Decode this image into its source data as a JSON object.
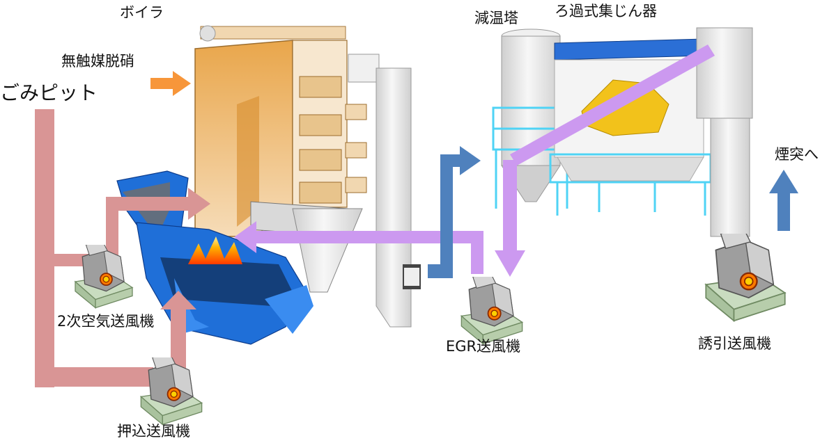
{
  "labels": {
    "boiler": "ボイラ",
    "denitration": "無触媒脱硝",
    "refuse_pit": "ごみピット",
    "secondary_fan": "2次空気送風機",
    "forced_fan": "押込送風機",
    "egr_fan": "EGR送風機",
    "cooling_tower": "減温塔",
    "bag_filter": "ろ過式集じん器",
    "to_stack": "煙突へ",
    "induced_fan": "誘引送風機"
  },
  "colors": {
    "air_flow": "#d99595",
    "egr_flow": "#cc99f0",
    "gas_flow": "#4f81bd",
    "reagent_flow": "#f7963a",
    "boiler_body": "#e6a54c",
    "grate": "#1f6fd8",
    "fan_base": "#c9dcc0",
    "fan_body": "#9e9e9e",
    "equipment_white": "#e8e8e8",
    "frame_cyan": "#4fd3f5",
    "filter_roof": "#2b6fd6",
    "dust": "#f2c21b"
  }
}
